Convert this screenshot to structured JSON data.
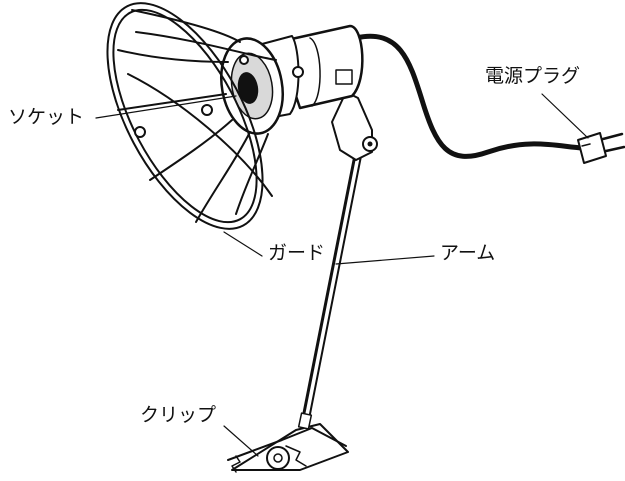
{
  "labels": {
    "power_plug": "電源プラグ",
    "socket": "ソケット",
    "guard": "ガード",
    "arm": "アーム",
    "clip": "クリップ"
  },
  "colors": {
    "ink": "#111111",
    "paper": "#ffffff",
    "shade": "#d9d9d9"
  }
}
